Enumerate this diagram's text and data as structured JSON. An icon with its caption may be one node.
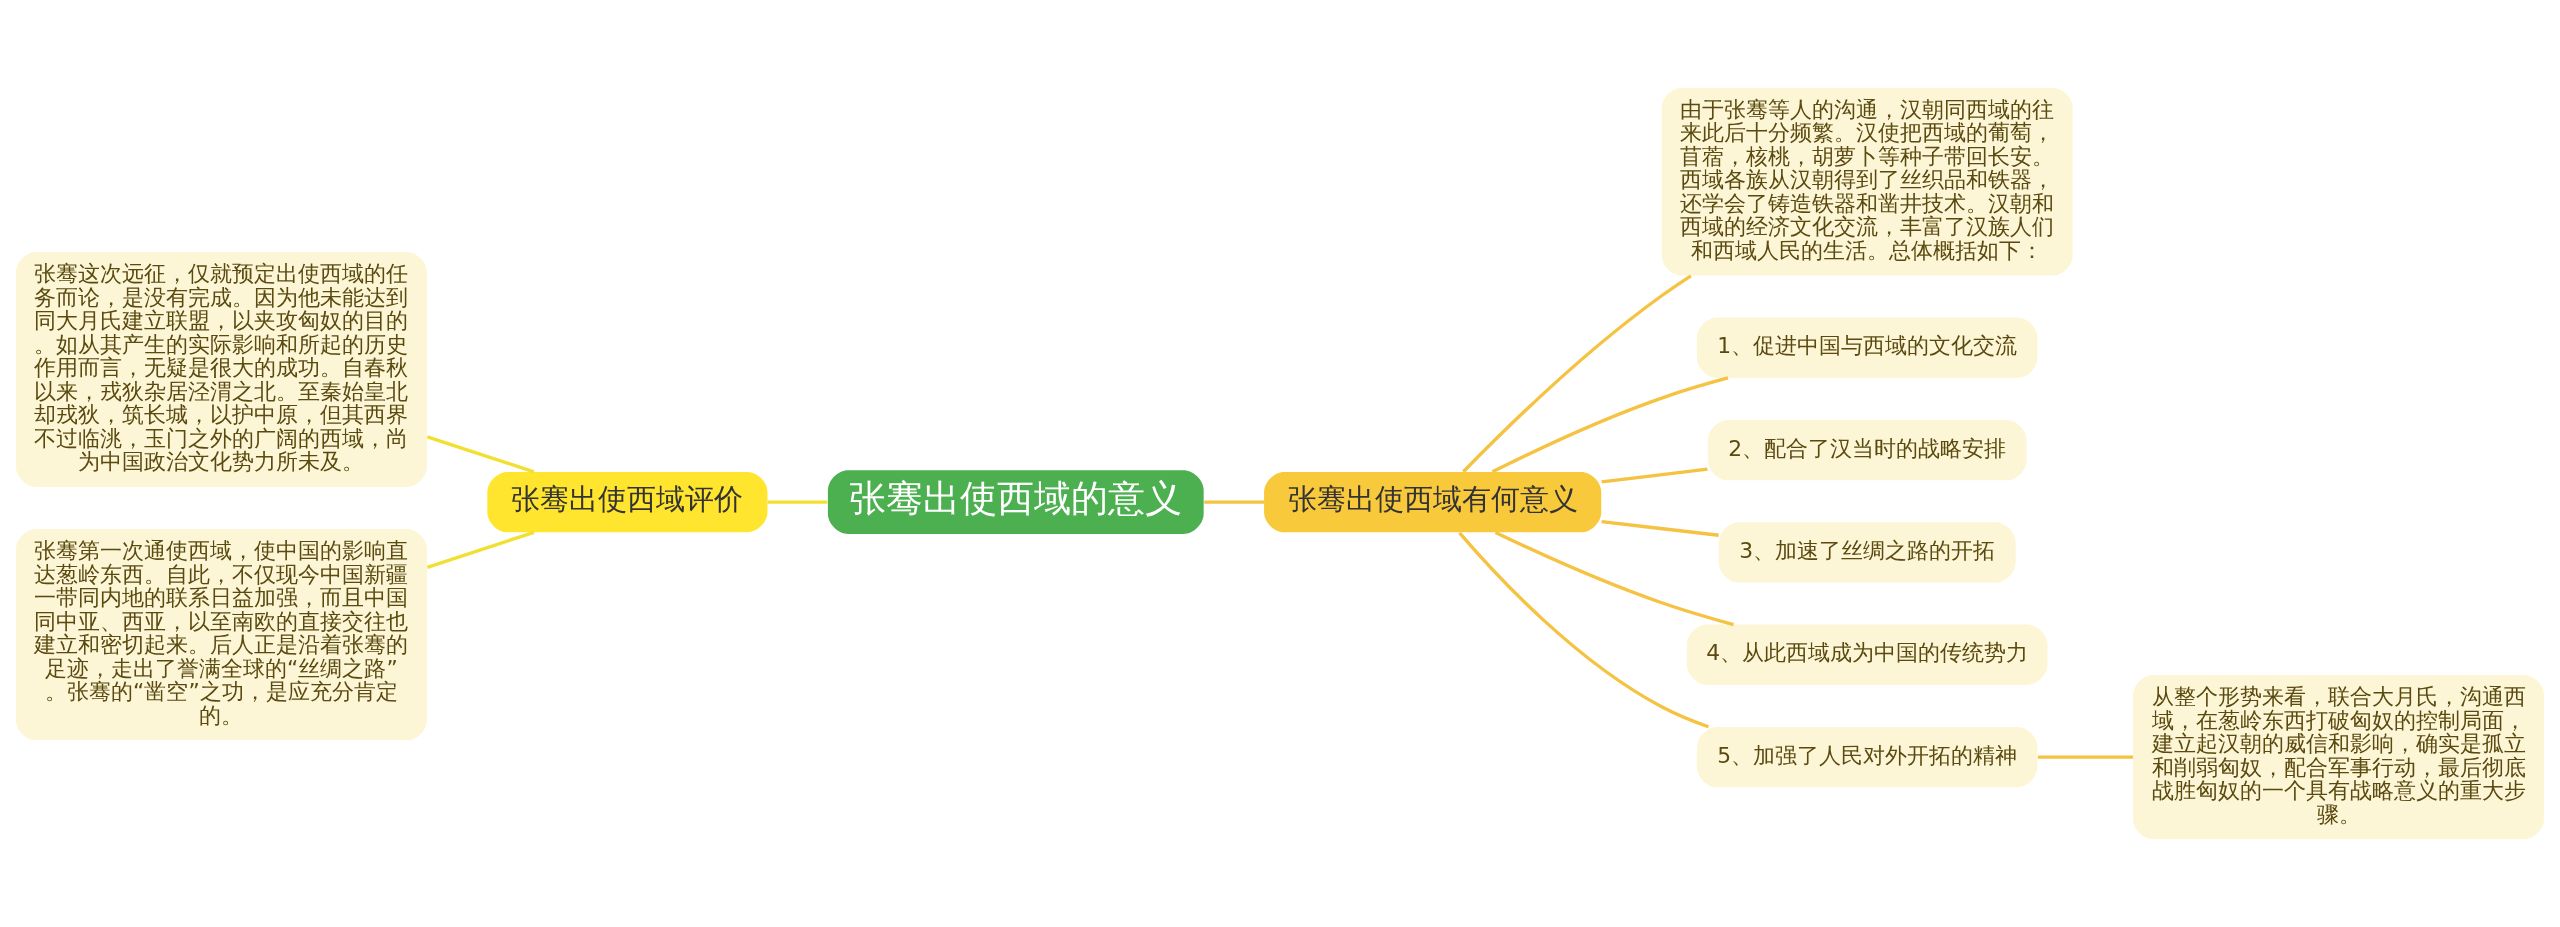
{
  "diagram": {
    "nodes": [
      {
        "text": [
          "张骞出使西域的意义"
        ]
      },
      {
        "text": [
          "张骞出使西域评价"
        ]
      },
      {
        "text": [
          "张骞这次远征，仅就预定出使西域的任务而论，是没有完成。因为他未能达到同大月氏建立联盟，以夹攻匈奴的目的。如从其产生的实际影响和所起的历史作用而言，无疑是很大的成功。自春秋以来，戎狄杂居泾渭之北。至秦始皇北却戎狄，筑长城，以护中原，但其西界不过临洮，玉门之外的广阔的西域，尚为中国政治文化势力所未及。"
        ]
      },
      {
        "text": [
          "张骞第一次通使西域，使中国的影响直达葱岭东西。自此，不仅现今中国新疆一带同内地的联系日益加强，而且中国同中亚、西亚，以至南欧的直接交往也建立和密切起来。后人正是沿着张骞的足迹，走出了誉满全球的“丝绸之路”。张骞的“凿空”之功，是应充分肯定的。"
        ]
      },
      {
        "text": [
          "张骞出使西域有何意义"
        ]
      },
      {
        "text": [
          "由于张骞等人的沟通，汉朝同西域的往来此后十分频繁。汉使把西域的葡萄，苜蓿，核桃，胡萝卜等种子带回长安。西域各族从汉朝得到了丝织品和铁器，还学会了铸造铁器和凿井技术。汉朝和西域的经济文化交流，丰富了汉族人们和西域人民的生活。总体概括如下："
        ]
      },
      {
        "text": [
          "1、促进中国与西域的文化交流"
        ]
      },
      {
        "text": [
          "2、配合了汉当时的战略安排"
        ]
      },
      {
        "text": [
          "3、加速了丝绸之路的开拓"
        ]
      },
      {
        "text": [
          "4、从此西域成为中国的传统势力"
        ]
      },
      {
        "text": [
          "5、加强了人民对外开拓的精神"
        ]
      },
      {
        "text": [
          "从整个形势来看，联合大月氏，沟通西域，在葱岭东西打破匈奴的控制局面，建立起汉朝的威信和影响，确实是孤立和削弱匈奴，配合军事行动，最后彻底战胜匈奴的一个具有战略意义的重大步骤。"
        ]
      }
    ],
    "edges": [
      {
        "from": 0,
        "to": 1,
        "arrow": "none",
        "color": "#f2e030"
      },
      {
        "from": 1,
        "to": 2,
        "arrow": "none",
        "color": "#f2e030"
      },
      {
        "from": 1,
        "to": 3,
        "arrow": "none",
        "color": "#f2e030"
      },
      {
        "from": 0,
        "to": 4,
        "arrow": "none"
      },
      {
        "from": 4,
        "to": 5,
        "arrow": "none"
      },
      {
        "from": 4,
        "to": 6,
        "arrow": "none"
      },
      {
        "from": 4,
        "to": 7,
        "arrow": "none"
      },
      {
        "from": 4,
        "to": 8,
        "arrow": "none"
      },
      {
        "from": 4,
        "to": 9,
        "arrow": "none"
      },
      {
        "from": 4,
        "to": 10,
        "arrow": "none"
      },
      {
        "from": 10,
        "to": 11,
        "arrow": "none"
      }
    ]
  }
}
